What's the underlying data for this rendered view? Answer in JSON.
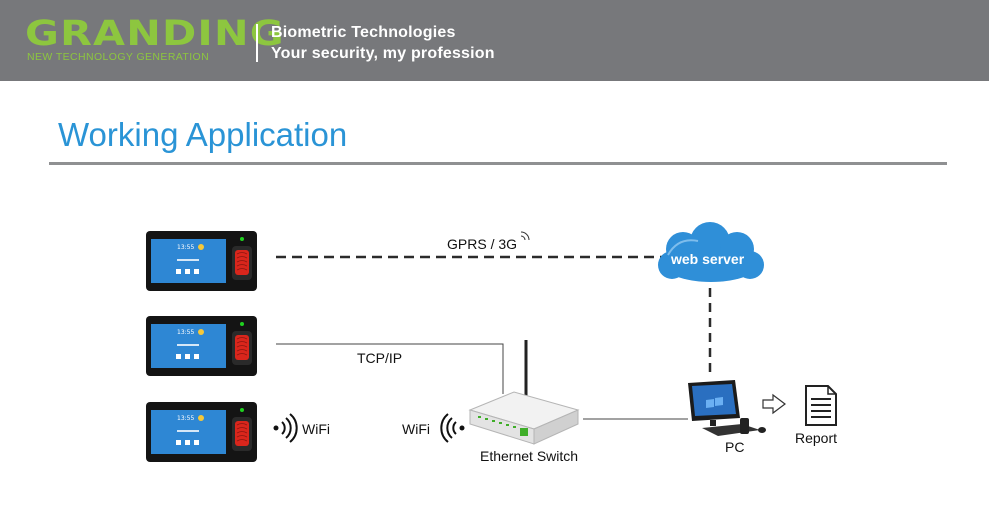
{
  "header": {
    "logo": "GRANDING",
    "logo_subtitle": "NEW TECHNOLOGY GENERATION",
    "tagline_line1": "Biometric Technologies",
    "tagline_line2": "Your security,  my profession"
  },
  "page": {
    "title": "Working Application"
  },
  "diagram": {
    "device_time": "13:55",
    "gprs_label": "GPRS / 3G",
    "cloud_label": "web server",
    "tcpip_label": "TCP/IP",
    "wifi_device_label": "WiFi",
    "wifi_switch_label": "WiFi",
    "switch_label": "Ethernet Switch",
    "pc_label": "PC",
    "report_label": "Report",
    "colors": {
      "cloud": "#2f8fd8",
      "device_screen": "#1f78c8",
      "fingerprint": "#d9261c",
      "led": "#1fd11f",
      "switch_led": "#3fae29"
    }
  }
}
